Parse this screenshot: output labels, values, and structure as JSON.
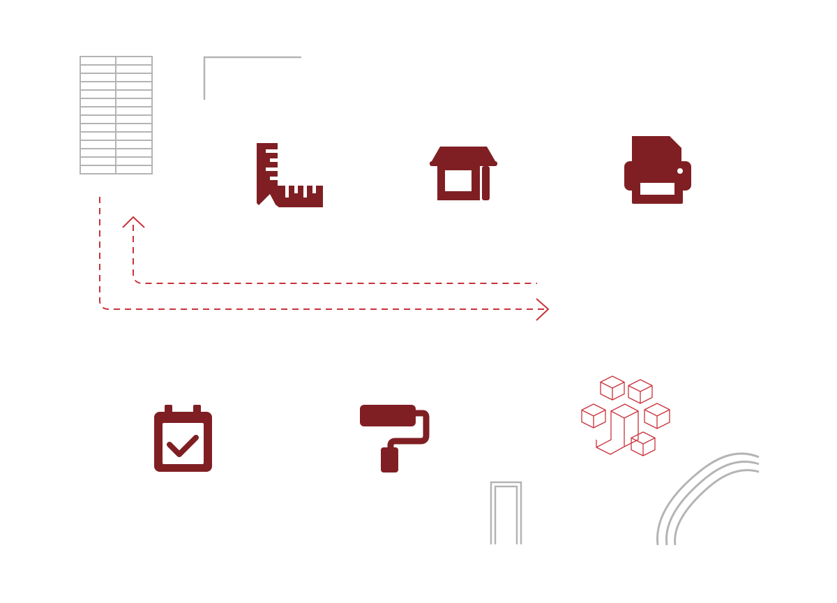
{
  "colors": {
    "icon_fill": "#7f1f23",
    "accent_line": "#c8323a",
    "deco_gray": "#b4b4b4",
    "background": "#ffffff"
  },
  "icons": [
    "ruler-square-icon",
    "storefront-icon",
    "printer-icon",
    "calendar-check-icon",
    "paint-roller-icon",
    "isometric-cubes-icon"
  ],
  "decorations": [
    "spreadsheet-grid-decoration",
    "corner-bracket-decoration",
    "dashed-flow-arrows",
    "gray-pillar-decoration",
    "gray-curve-decoration"
  ]
}
